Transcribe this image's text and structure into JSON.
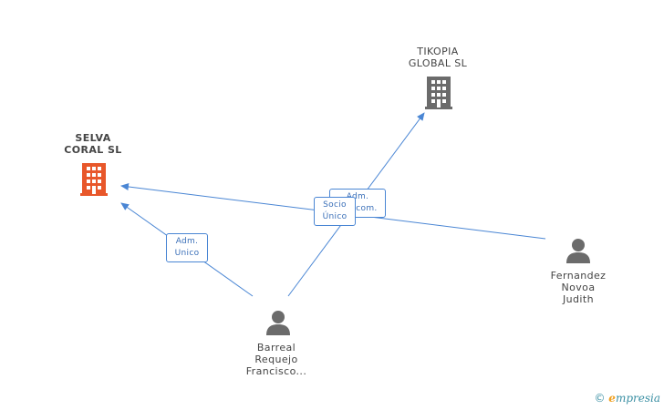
{
  "nodes": {
    "selva": {
      "line1": "SELVA",
      "line2": "CORAL SL",
      "color": "#e8572a"
    },
    "tikopia": {
      "line1": "TIKOPIA",
      "line2": "GLOBAL SL",
      "color": "#6b6b6b"
    },
    "barreal": {
      "line1": "Barreal",
      "line2": "Requejo",
      "line3": "Francisco..."
    },
    "fernandez": {
      "line1": "Fernandez",
      "line2": "Novoa",
      "line3": "Judith"
    }
  },
  "edges": {
    "barreal_selva": {
      "line1": "Adm.",
      "line2": "Unico"
    },
    "barreal_tikopia": {
      "line1": "Socio",
      "line2": "Único"
    },
    "fernandez_selva": {
      "line1": "Adm.",
      "line2": "Mancom."
    }
  },
  "footer": {
    "copyright": "©",
    "brand_e": "e",
    "brand_rest": "mpresia"
  },
  "colors": {
    "edge": "#4a86d4",
    "person": "#6b6b6b"
  }
}
